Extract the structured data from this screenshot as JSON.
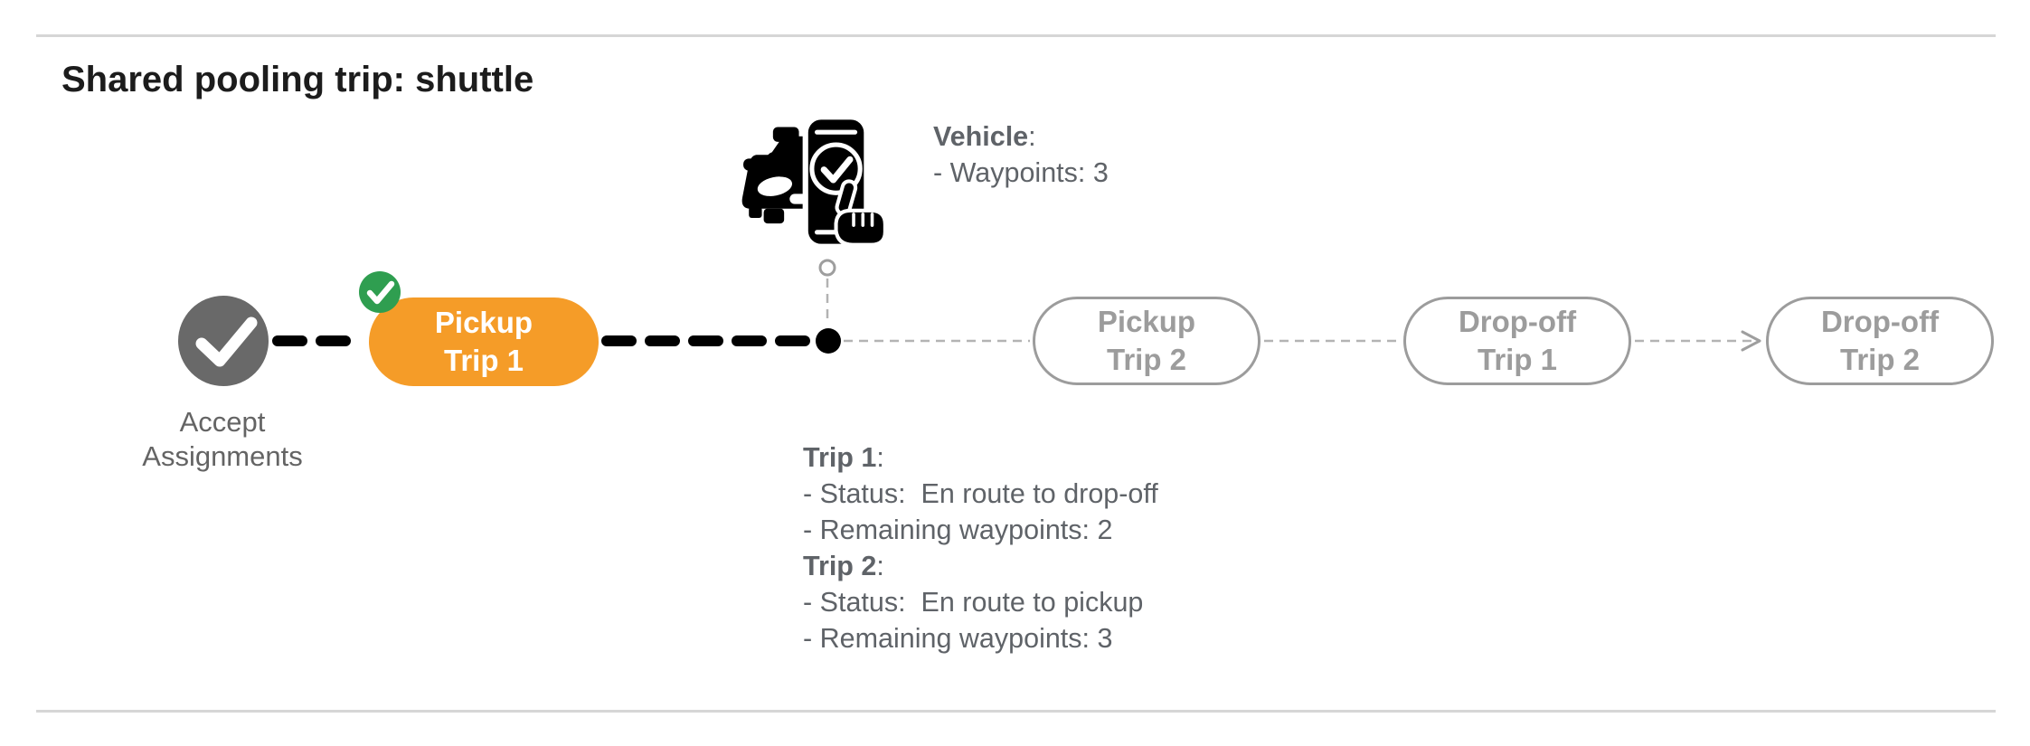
{
  "header": {
    "title": "Shared pooling trip: shuttle"
  },
  "vehicle": {
    "icon": "car-with-ride-app-check-icon",
    "info_title": "Vehicle",
    "info_title_suffix": ":",
    "info_lines": [
      "- Waypoints: 3"
    ]
  },
  "timeline": {
    "stages": [
      {
        "id": "accept-assignments",
        "kind": "circle-check-node",
        "label": "Accept Assignments",
        "state": "completed"
      },
      {
        "id": "pickup-trip-1",
        "kind": "pill",
        "line1": "Pickup",
        "line2": "Trip 1",
        "state": "active",
        "badge": "green-check"
      },
      {
        "id": "pickup-trip-2",
        "kind": "pill",
        "line1": "Pickup",
        "line2": "Trip 2",
        "state": "upcoming"
      },
      {
        "id": "dropoff-trip-1",
        "kind": "pill",
        "line1": "Drop-off",
        "line2": "Trip 1",
        "state": "upcoming"
      },
      {
        "id": "dropoff-trip-2",
        "kind": "pill",
        "line1": "Drop-off",
        "line2": "Trip 2",
        "state": "upcoming"
      }
    ],
    "vehicle_marker": "current-position-dot"
  },
  "trip_status": {
    "trips": [
      {
        "title": "Trip 1",
        "title_suffix": ":",
        "details": [
          "- Status:  En route to drop-off",
          "- Remaining waypoints: 2"
        ]
      },
      {
        "title": "Trip 2",
        "title_suffix": ":",
        "details": [
          "- Status:  En route to pickup",
          "- Remaining waypoints: 3"
        ]
      }
    ]
  },
  "colors": {
    "active_stage_orange": "#f59c28",
    "completed_green": "#2f9e50",
    "completed_node_gray": "#696969",
    "upcoming_gray": "#9c9c9c",
    "body_text_gray": "#5f6368",
    "connector_black": "#000000",
    "connector_gray": "#b3b3b3",
    "divider_gray": "#d6d6d6"
  }
}
